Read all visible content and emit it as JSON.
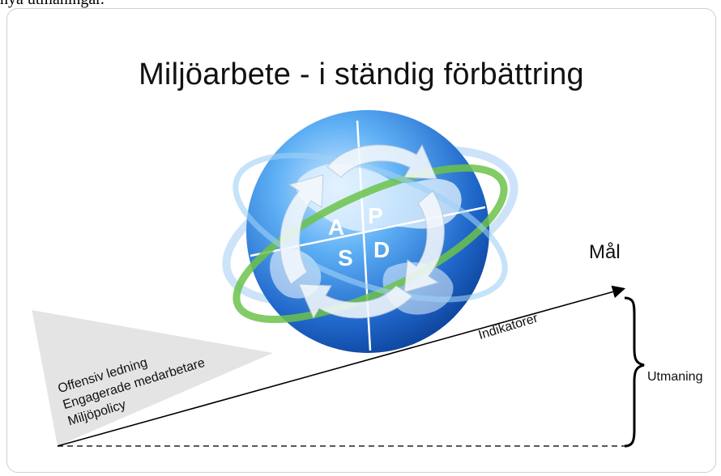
{
  "caption_top": "nya utmaningar.",
  "title": "Miljöarbete - i ständig förbättring",
  "pdsa": {
    "p": "P",
    "a": "A",
    "s": "S",
    "d": "D"
  },
  "goal_label": "Mål",
  "challenge_label": "Utmaning",
  "indicators_label": "Indikatorer",
  "foundation": [
    "Offensiv ledning",
    "Engagerade medarbetare",
    "Miljöpolicy"
  ],
  "colors": {
    "globe_light": "#7ec3ff",
    "globe_dark": "#0b3f95",
    "ring_green": "#6cc24a",
    "ring_blue": "#7fb8ec",
    "wedge": "#e6e6e6"
  }
}
